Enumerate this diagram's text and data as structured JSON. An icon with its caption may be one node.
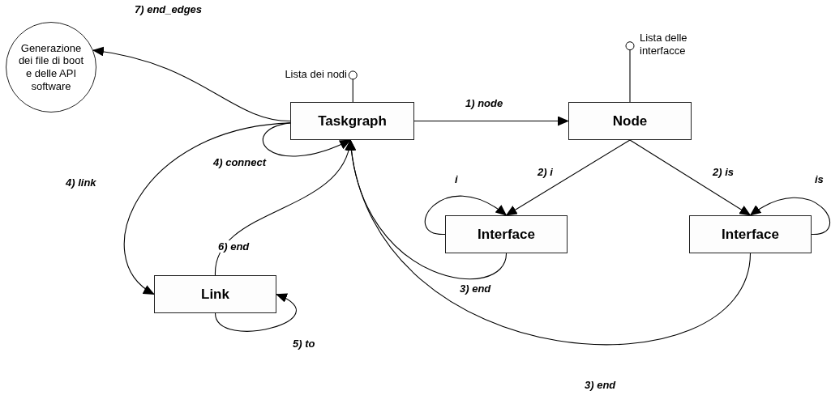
{
  "diagram": {
    "nodes": [
      {
        "text": [
          "Generazione dei file di boot e delle API software"
        ]
      },
      {
        "text": [
          "Taskgraph"
        ]
      },
      {
        "text": [
          "Node"
        ]
      },
      {
        "text": [
          "Interface"
        ]
      },
      {
        "text": [
          "Interface"
        ]
      },
      {
        "text": [
          "Link"
        ]
      },
      {
        "text": [
          "Lista dei nodi"
        ]
      },
      {
        "text": [
          "Lista delle interfacce"
        ]
      }
    ],
    "edges": [
      {
        "from": 1,
        "to": 2,
        "arrow": "to",
        "label": "1) node"
      },
      {
        "from": 1,
        "to": 0,
        "arrow": "to",
        "label": "7) end_edges"
      },
      {
        "from": 1,
        "to": 1,
        "arrow": "to",
        "label": "4) connect"
      },
      {
        "from": 1,
        "to": 5,
        "arrow": "to",
        "label": "4) link"
      },
      {
        "from": 2,
        "to": 3,
        "arrow": "to",
        "label": "2) i"
      },
      {
        "from": 2,
        "to": 4,
        "arrow": "to",
        "label": "2) is"
      },
      {
        "from": 3,
        "to": 3,
        "arrow": "to",
        "label": "i"
      },
      {
        "from": 4,
        "to": 4,
        "arrow": "to",
        "label": "is"
      },
      {
        "from": 3,
        "to": 1,
        "arrow": "to",
        "label": "3) end"
      },
      {
        "from": 4,
        "to": 1,
        "arrow": "to",
        "label": "3) end"
      },
      {
        "from": 5,
        "to": 5,
        "arrow": "to",
        "label": "5) to"
      },
      {
        "from": 5,
        "to": 1,
        "arrow": "to",
        "label": "6) end"
      },
      {
        "from": 1,
        "to": 6,
        "arrow": "other"
      },
      {
        "from": 2,
        "to": 7,
        "arrow": "other"
      }
    ]
  }
}
